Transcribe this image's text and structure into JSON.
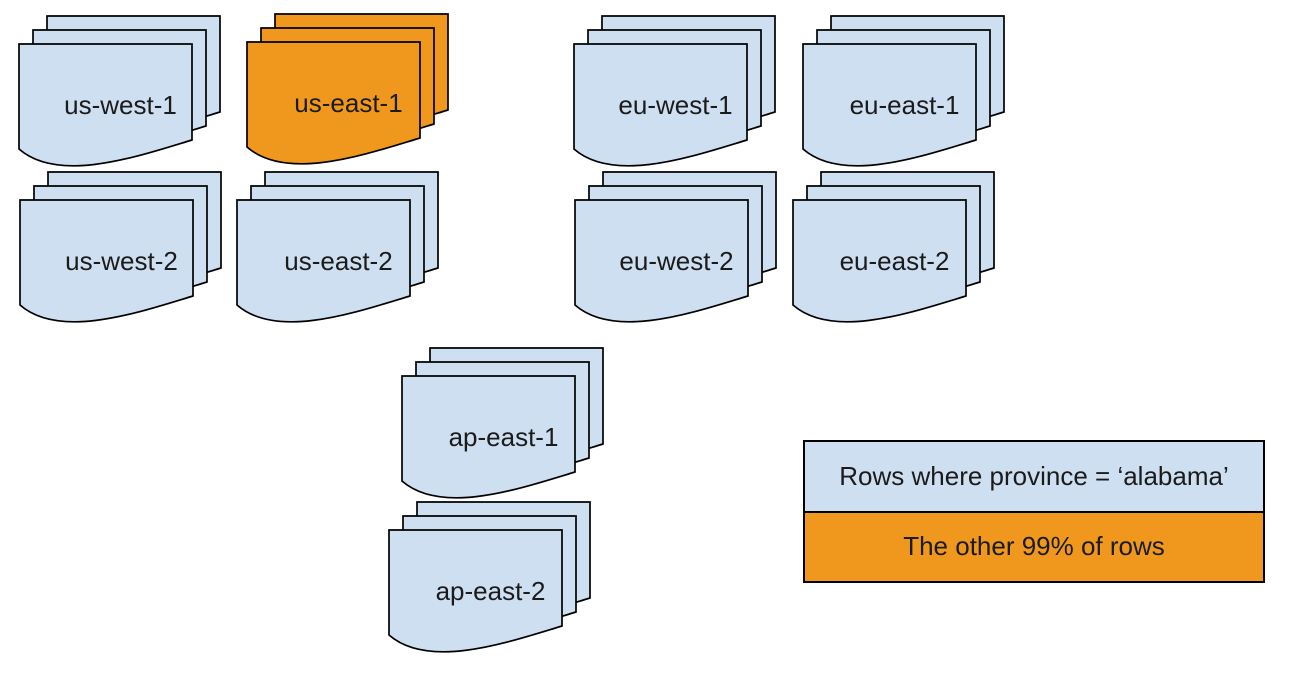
{
  "palette": {
    "doc_fill": "#CFDFF2",
    "highlight_fill": "#F0981E",
    "stroke": "#000000",
    "text": "#1b1b1b"
  },
  "stacks": [
    {
      "id": "us-west-1",
      "label": "us-west-1",
      "highlighted": false
    },
    {
      "id": "us-east-1",
      "label": "us-east-1",
      "highlighted": true
    },
    {
      "id": "eu-west-1",
      "label": "eu-west-1",
      "highlighted": false
    },
    {
      "id": "eu-east-1",
      "label": "eu-east-1",
      "highlighted": false
    },
    {
      "id": "us-west-2",
      "label": "us-west-2",
      "highlighted": false
    },
    {
      "id": "us-east-2",
      "label": "us-east-2",
      "highlighted": false
    },
    {
      "id": "eu-west-2",
      "label": "eu-west-2",
      "highlighted": false
    },
    {
      "id": "eu-east-2",
      "label": "eu-east-2",
      "highlighted": false
    },
    {
      "id": "ap-east-1",
      "label": "ap-east-1",
      "highlighted": false
    },
    {
      "id": "ap-east-2",
      "label": "ap-east-2",
      "highlighted": false
    }
  ],
  "legend": {
    "items": [
      {
        "label": "Rows where province = ‘alabama’",
        "color_key": "doc_fill"
      },
      {
        "label": "The other 99% of rows",
        "color_key": "highlight_fill"
      }
    ]
  }
}
